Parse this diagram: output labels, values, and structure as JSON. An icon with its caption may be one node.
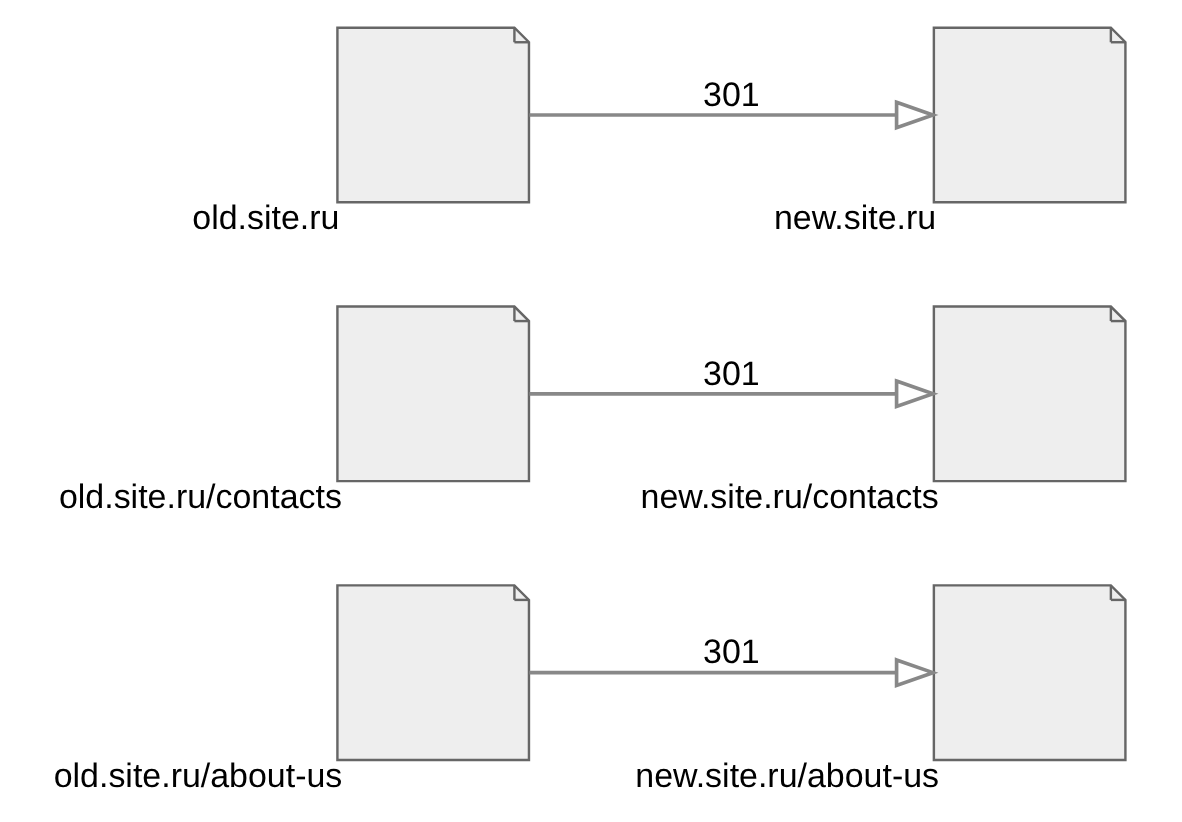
{
  "diagram": {
    "nodes": [
      {
        "text": [],
        "shape": "page",
        "beside": [
          "old.site.ru"
        ]
      },
      {
        "text": [],
        "shape": "page",
        "beside": [
          "new.site.ru"
        ]
      },
      {
        "text": [],
        "shape": "page",
        "beside": [
          "old.site.ru/contacts"
        ]
      },
      {
        "text": [],
        "shape": "page",
        "beside": [
          "new.site.ru/contacts"
        ]
      },
      {
        "text": [],
        "shape": "page",
        "beside": [
          "old.site.ru/about-us"
        ]
      },
      {
        "text": [],
        "shape": "page",
        "beside": [
          "new.site.ru/about-us"
        ]
      }
    ],
    "edges": [
      {
        "from": 0,
        "to": 1,
        "arrow": "to",
        "label": "301"
      },
      {
        "from": 2,
        "to": 3,
        "arrow": "to",
        "label": "301"
      },
      {
        "from": 4,
        "to": 5,
        "arrow": "to",
        "label": "301"
      }
    ]
  }
}
